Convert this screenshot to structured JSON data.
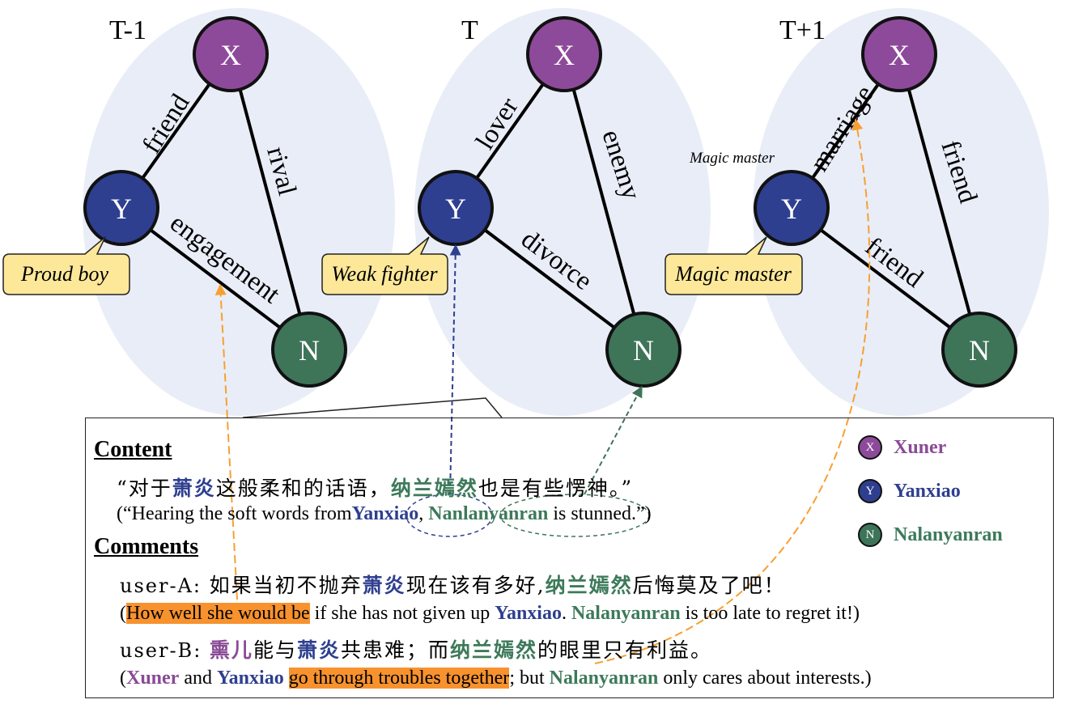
{
  "graphs": [
    {
      "time_label": "T-1",
      "edges": {
        "xy": "friend",
        "xn": "rival",
        "yn": "engagement"
      },
      "callout": "Proud boy",
      "annotation": ""
    },
    {
      "time_label": "T",
      "edges": {
        "xy": "lover",
        "xn": "enemy",
        "yn": "divorce"
      },
      "callout": "Weak fighter",
      "annotation": ""
    },
    {
      "time_label": "T+1",
      "edges": {
        "xy": "marriage",
        "xn": "friend",
        "yn": "friend"
      },
      "callout": "Magic master",
      "annotation": "Magic master"
    }
  ],
  "nodes": {
    "x": "X",
    "y": "Y",
    "n": "N"
  },
  "colors": {
    "x": "#8e4a9a",
    "y": "#2e3f8f",
    "n": "#3e7458",
    "ellipse": "#e9edf7",
    "callout": "#fde89a",
    "highlight": "#f7922e",
    "arrow_orange": "#f7a030"
  },
  "content": {
    "heading": "Content",
    "zh": {
      "open": "“对于",
      "y": "萧炎",
      "mid": "这般柔和的话语，",
      "n": "纳兰嫣然",
      "end": "也是有些愣神。”"
    },
    "en": {
      "open": "(“Hearing the soft words from",
      "y": "Yanxiao",
      "sep": ", ",
      "n": "Nanlanyanran",
      "end": " is stunned.”)"
    }
  },
  "comments": {
    "heading": "Comments",
    "a": {
      "user": "user-A: ",
      "zh_1": "如果当初不抛弃",
      "zh_y": "萧炎",
      "zh_2": "现在该有多好,",
      "zh_n": "纳兰嫣然",
      "zh_3": "后悔莫及了吧！",
      "en_open": "(",
      "en_hl": "How well she would be",
      "en_1": " if she has not given up ",
      "en_y": "Yanxiao",
      "en_2": ". ",
      "en_n": "Nalanyanran",
      "en_3": " is too late to regret it!)"
    },
    "b": {
      "user": "user-B: ",
      "zh_x": "熏儿",
      "zh_1": "能与",
      "zh_y": "萧炎",
      "zh_2": "共患难；而",
      "zh_n": "纳兰嫣然",
      "zh_3": "的眼里只有利益。",
      "en_open": "(",
      "en_x": "Xuner",
      "en_1": " and ",
      "en_y": "Yanxiao",
      "en_sp": " ",
      "en_hl": "go through troubles together",
      "en_2": "; but ",
      "en_n": "Nalanyanran",
      "en_3": " only cares about interests.)"
    }
  },
  "legend": [
    {
      "symbol": "X",
      "name": "Xuner",
      "color": "#8e4a9a",
      "text_color": "#8a4a96"
    },
    {
      "symbol": "Y",
      "name": "Yanxiao",
      "color": "#2e3f8f",
      "text_color": "#2e3f8f"
    },
    {
      "symbol": "N",
      "name": "Nalanyanran",
      "color": "#3e7458",
      "text_color": "#3d7a5a"
    }
  ]
}
